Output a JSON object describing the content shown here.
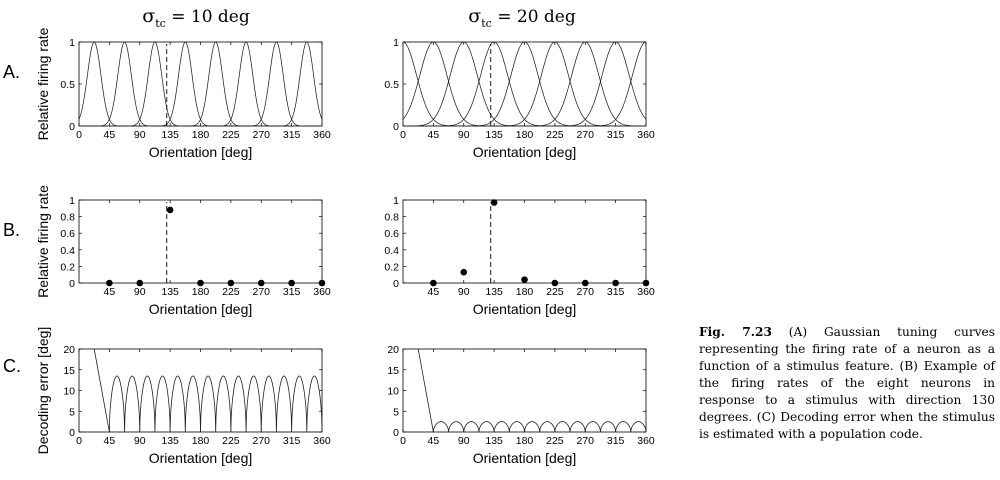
{
  "column_titles": [
    {
      "sigma": "σ",
      "sub": "tc",
      "rest": " = 10 deg"
    },
    {
      "sigma": "σ",
      "sub": "tc",
      "rest": " = 20 deg"
    }
  ],
  "row_labels": [
    "A.",
    "B.",
    "C."
  ],
  "caption": {
    "label": "Fig. 7.23",
    "text": " (A) Gaussian tuning curves representing the firing rate of a neuron as a function of a stimulus feature. (B) Example of the firing rates of the eight neurons in response to a stimulus with direction 130 degrees. (C) Decoding error when the stimulus is estimated with a population code."
  },
  "chart_data": [
    {
      "id": "A-left",
      "type": "line",
      "xlabel": "Orientation [deg]",
      "ylabel": "Relative firing rate",
      "xlim": [
        0,
        360
      ],
      "ylim": [
        0,
        1
      ],
      "xticks": [
        0,
        45,
        90,
        135,
        180,
        225,
        270,
        315,
        360
      ],
      "yticks": [
        0,
        0.5,
        1
      ],
      "ytick_labels": [
        "0",
        "0.5",
        "1"
      ],
      "series_kind": "gaussian_tuning",
      "sigma": 10,
      "centers": [
        22.5,
        67.5,
        112.5,
        157.5,
        202.5,
        247.5,
        292.5,
        337.5
      ],
      "stimulus": 130
    },
    {
      "id": "A-right",
      "type": "line",
      "xlabel": "Orientation [deg]",
      "ylabel": "",
      "xlim": [
        0,
        360
      ],
      "ylim": [
        0,
        1
      ],
      "xticks": [
        0,
        45,
        90,
        135,
        180,
        225,
        270,
        315,
        360
      ],
      "yticks": [
        0,
        0.5,
        1
      ],
      "ytick_labels": [
        "0",
        "0.5",
        "1"
      ],
      "series_kind": "gaussian_tuning",
      "sigma": 20,
      "centers": [
        0,
        45,
        90,
        135,
        180,
        225,
        270,
        315,
        360
      ],
      "stimulus": 130
    },
    {
      "id": "B-left",
      "type": "scatter",
      "xlabel": "Orientation [deg]",
      "ylabel": "Relative firing rate",
      "xlim": [
        0,
        360
      ],
      "ylim": [
        0,
        1
      ],
      "xticks": [
        45,
        90,
        135,
        180,
        225,
        270,
        315,
        360
      ],
      "yticks": [
        0,
        0.2,
        0.4,
        0.6,
        0.8,
        1
      ],
      "ytick_labels": [
        "0",
        "0.2",
        "0.4",
        "0.6",
        "0.8",
        "1"
      ],
      "x": [
        45,
        90,
        135,
        180,
        225,
        270,
        315,
        360
      ],
      "y": [
        0,
        0,
        0.88,
        0,
        0,
        0,
        0,
        0
      ],
      "stimulus": 130
    },
    {
      "id": "B-right",
      "type": "scatter",
      "xlabel": "Orientation [deg]",
      "ylabel": "",
      "xlim": [
        0,
        360
      ],
      "ylim": [
        0,
        1
      ],
      "xticks": [
        45,
        90,
        135,
        180,
        225,
        270,
        315,
        360
      ],
      "yticks": [
        0,
        0.2,
        0.4,
        0.6,
        0.8,
        1
      ],
      "ytick_labels": [
        "0",
        "0.2",
        "0.4",
        "0.6",
        "0.8",
        "1"
      ],
      "x": [
        45,
        90,
        135,
        180,
        225,
        270,
        315,
        360
      ],
      "y": [
        0,
        0.13,
        0.97,
        0.04,
        0,
        0,
        0,
        0
      ],
      "stimulus": 130
    },
    {
      "id": "C-left",
      "type": "line",
      "xlabel": "Orientation [deg]",
      "ylabel": "Decoding error [deg]",
      "xlim": [
        0,
        360
      ],
      "ylim": [
        0,
        20
      ],
      "xticks": [
        0,
        45,
        90,
        135,
        180,
        225,
        270,
        315,
        360
      ],
      "yticks": [
        0,
        5,
        10,
        15,
        20
      ],
      "ytick_labels": [
        "0",
        "5",
        "10",
        "15",
        "20"
      ],
      "series_kind": "decoding_error",
      "initial_drop": {
        "x0": 22.5,
        "y0": 20,
        "x1": 45,
        "y1": 0
      },
      "bump_period": 22.5,
      "bump_peak": 13.5
    },
    {
      "id": "C-right",
      "type": "line",
      "xlabel": "Orientation [deg]",
      "ylabel": "",
      "xlim": [
        0,
        360
      ],
      "ylim": [
        0,
        20
      ],
      "xticks": [
        0,
        45,
        90,
        135,
        180,
        225,
        270,
        315,
        360
      ],
      "yticks": [
        0,
        5,
        10,
        15,
        20
      ],
      "ytick_labels": [
        "0",
        "5",
        "10",
        "15",
        "20"
      ],
      "series_kind": "decoding_error",
      "initial_drop": {
        "x0": 22.5,
        "y0": 20,
        "x1": 45,
        "y1": 0
      },
      "bump_period": 22.5,
      "bump_peak": 2.5
    }
  ]
}
